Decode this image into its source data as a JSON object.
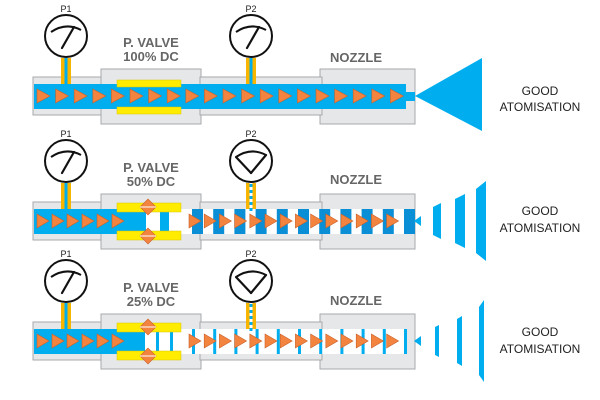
{
  "colors": {
    "fluid": "#00aeef",
    "fluid_pulse": "#0a8fd6",
    "arrow": "#f3843f",
    "arrow_stroke": "#c8602a",
    "valve_coil": "#ffec00",
    "housing": "#e6e7e8",
    "housing_stroke": "#a7a9ac",
    "tube_yellow": "#f7b500",
    "label": "#666666"
  },
  "rows": [
    {
      "id": "100",
      "gauge1_label": "P1",
      "gauge2_label": "P2",
      "gauge2_reading": "high",
      "valve_label_line1": "P. VALVE",
      "valve_label_line2": "100% DC",
      "duty_cycle_percent": 100,
      "nozzle_label": "NOZZLE",
      "result_line1": "GOOD",
      "result_line2": "ATOMISATION",
      "spray": "continuous-cone"
    },
    {
      "id": "50",
      "gauge1_label": "P1",
      "gauge2_label": "P2",
      "gauge2_reading": "fluctuating",
      "valve_label_line1": "P. VALVE",
      "valve_label_line2": "50% DC",
      "duty_cycle_percent": 50,
      "nozzle_label": "NOZZLE",
      "result_line1": "GOOD",
      "result_line2": "ATOMISATION",
      "spray": "pulsed"
    },
    {
      "id": "25",
      "gauge1_label": "P1",
      "gauge2_label": "P2",
      "gauge2_reading": "fluctuating",
      "valve_label_line1": "P. VALVE",
      "valve_label_line2": "25% DC",
      "duty_cycle_percent": 25,
      "nozzle_label": "NOZZLE",
      "result_line1": "GOOD",
      "result_line2": "ATOMISATION",
      "spray": "pulsed-thin"
    }
  ]
}
